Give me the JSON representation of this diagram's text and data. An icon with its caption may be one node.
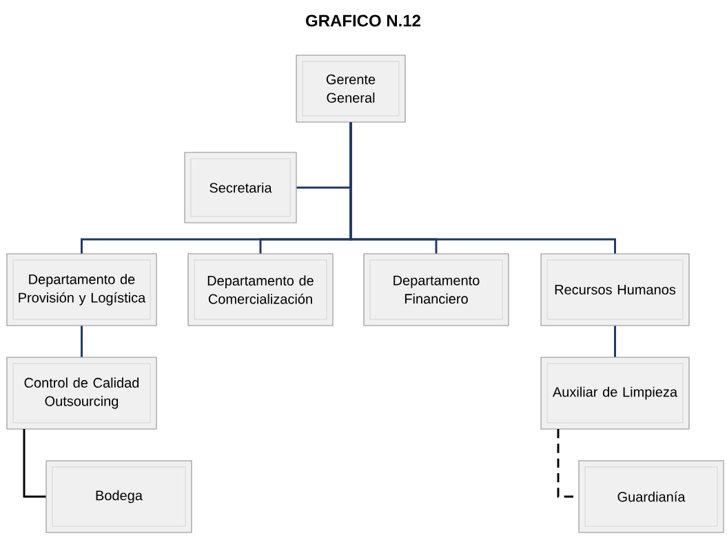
{
  "diagram": {
    "title": "GRAFICO N.12",
    "nodes": [
      {
        "text": [
          "Gerente General"
        ]
      },
      {
        "text": [
          "Secretaria"
        ]
      },
      {
        "text": [
          "Departamento de Provisión y Logística"
        ]
      },
      {
        "text": [
          "Departamento de Comercialización"
        ]
      },
      {
        "text": [
          "Departamento Financiero"
        ]
      },
      {
        "text": [
          "Recursos Humanos"
        ]
      },
      {
        "text": [
          "Control de Calidad Outsourcing"
        ]
      },
      {
        "text": [
          "Auxiliar de Limpieza"
        ]
      },
      {
        "text": [
          "Bodega"
        ]
      },
      {
        "text": [
          "Guardianía"
        ]
      }
    ],
    "edges": [
      {
        "from": 0,
        "to": 1,
        "arrow": "none"
      },
      {
        "from": 0,
        "to": 2,
        "arrow": "none"
      },
      {
        "from": 0,
        "to": 3,
        "arrow": "none"
      },
      {
        "from": 0,
        "to": 4,
        "arrow": "none"
      },
      {
        "from": 0,
        "to": 5,
        "arrow": "none"
      },
      {
        "from": 2,
        "to": 6,
        "arrow": "none"
      },
      {
        "from": 5,
        "to": 7,
        "arrow": "none"
      },
      {
        "from": 6,
        "to": 8,
        "arrow": "none",
        "color": "#000000"
      },
      {
        "from": 7,
        "to": 9,
        "arrow": "none",
        "style": "dashed",
        "color": "#000000"
      }
    ]
  }
}
